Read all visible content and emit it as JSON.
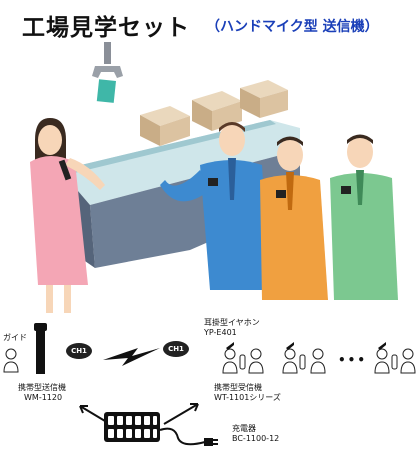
{
  "header": {
    "title": "工場見学セット",
    "subtitle": "（ハンドマイク型 送信機）"
  },
  "diagram": {
    "guide_label": "ガイド",
    "channel_left": "CH1",
    "channel_right": "CH1",
    "earphone": {
      "name": "耳掛型イヤホン",
      "model": "YP-E401"
    },
    "transmitter": {
      "name": "携帯型送信機",
      "model": "WM-1120"
    },
    "receiver": {
      "name": "携帯型受信機",
      "model": "WT-1101シリーズ"
    },
    "charger": {
      "name": "充電器",
      "model": "BC-1100-12"
    },
    "ellipsis": "•••"
  },
  "colors": {
    "subtitle": "#1a3fb8",
    "guide_dress": "#f4a6b5",
    "visitor_blue": "#3d8ad0",
    "visitor_orange": "#f0a040",
    "visitor_green": "#7cc890",
    "conveyor": "#7a8aa0",
    "box": "#dcc3a1"
  }
}
